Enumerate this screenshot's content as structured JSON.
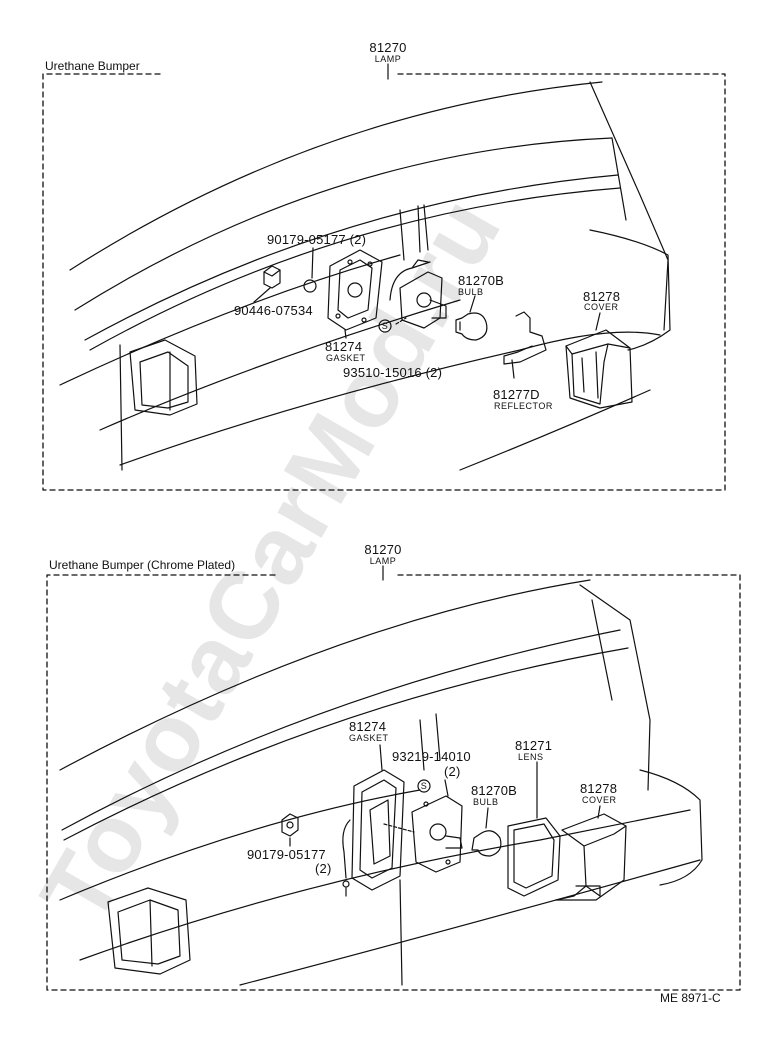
{
  "watermark": "ToyotaCarMod.ru",
  "sections": [
    {
      "title": "Urethane Bumper",
      "assembly": {
        "number": "81270",
        "name": "LAMP"
      },
      "callouts": {
        "screw_a": "90179-05177 (2)",
        "nut": "90446-07534",
        "gasket_no": "81274",
        "gasket": "GASKET",
        "screw_b": "93510-15016 (2)",
        "bulb_no": "81270B",
        "bulb": "BULB",
        "cover_no": "81278",
        "cover": "COVER",
        "reflector_no": "81277D",
        "reflector": "REFLECTOR",
        "s_mark": "S"
      }
    },
    {
      "title": "Urethane Bumper (Chrome Plated)",
      "assembly": {
        "number": "81270",
        "name": "LAMP"
      },
      "callouts": {
        "gasket_no": "81274",
        "gasket": "GASKET",
        "screw_c": "93219-14010",
        "screw_c_qty": "(2)",
        "bulb_no": "81270B",
        "bulb": "BULB",
        "lens_no": "81271",
        "lens": "LENS",
        "cover_no": "81278",
        "cover": "COVER",
        "nut_no": "90179-05177",
        "nut_qty": "(2)",
        "s_mark": "S"
      }
    }
  ],
  "footer": {
    "code": "ME 8971-C"
  }
}
